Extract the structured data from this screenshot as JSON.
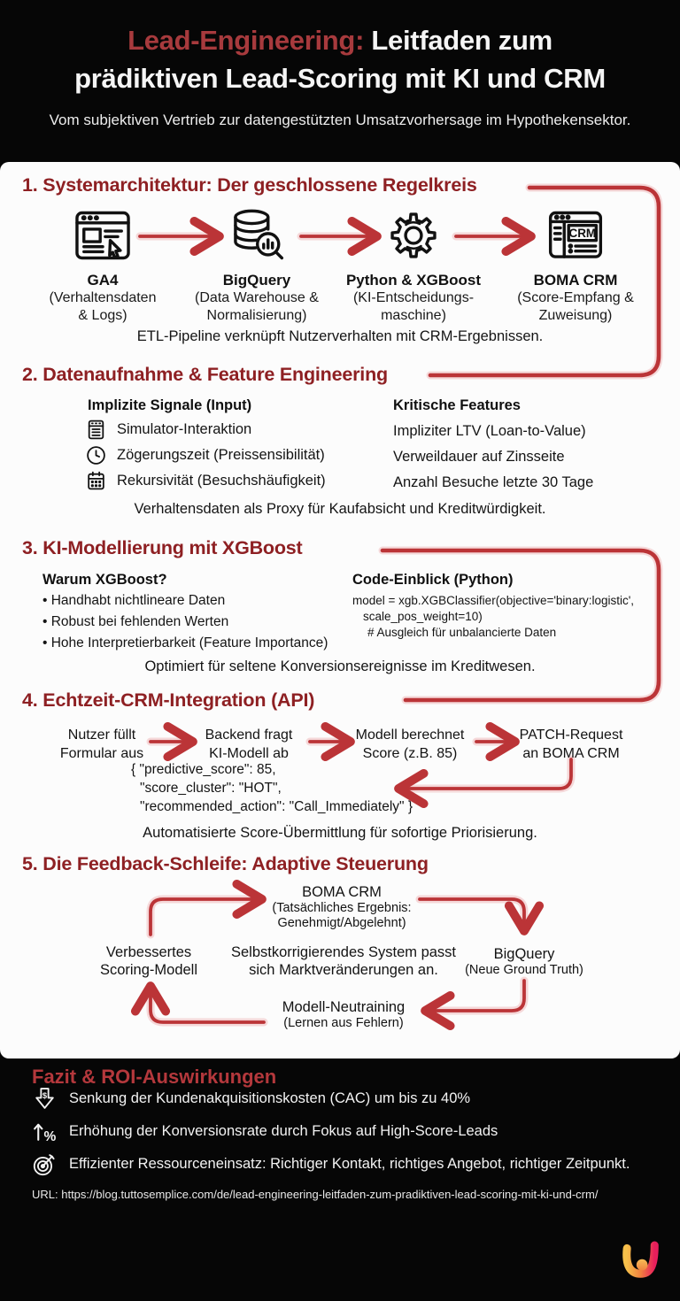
{
  "header": {
    "title_accent": "Lead-Engineering:",
    "title_rest_line1": " Leitfaden zum",
    "title_line2": "prädiktiven Lead-Scoring mit KI und CRM",
    "subtitle": "Vom subjektiven Vertrieb zur datengestützten Umsatzvorhersage im Hypothekensektor."
  },
  "s1": {
    "title": "1. Systemarchitektur: Der geschlossene Regelkreis",
    "nodes": [
      {
        "icon": "browser-analytics-icon",
        "name": "GA4",
        "desc1": "(Verhaltensdaten",
        "desc2": "& Logs)"
      },
      {
        "icon": "database-search-icon",
        "name": "BigQuery",
        "desc1": "(Data Warehouse &",
        "desc2": "Normalisierung)"
      },
      {
        "icon": "gear-icon",
        "name": "Python & XGBoost",
        "desc1": "(KI-Entscheidungs-",
        "desc2": "maschine)"
      },
      {
        "icon": "crm-window-icon",
        "icon_label": "CRM",
        "name": "BOMA CRM",
        "desc1": "(Score-Empfang &",
        "desc2": "Zuweisung)"
      }
    ],
    "caption": "ETL-Pipeline verknüpft Nutzerverhalten mit CRM-Ergebnissen."
  },
  "s2": {
    "title": "2. Datenaufnahme & Feature Engineering",
    "left_header": "Implizite Signale (Input)",
    "left_items": [
      {
        "icon": "calculator-icon",
        "label": "Simulator-Interaktion"
      },
      {
        "icon": "clock-icon",
        "label": "Zögerungszeit (Preissensibilität)"
      },
      {
        "icon": "calendar-icon",
        "label": "Rekursivität (Besuchshäufigkeit)"
      }
    ],
    "right_header": "Kritische Features",
    "right_items": [
      "Impliziter LTV (Loan-to-Value)",
      "Verweildauer auf Zinsseite",
      "Anzahl Besuche letzte 30 Tage"
    ],
    "caption": "Verhaltensdaten als Proxy für Kaufabsicht und Kreditwürdigkeit."
  },
  "s3": {
    "title": "3. KI-Modellierung mit XGBoost",
    "left_header": "Warum XGBoost?",
    "bullets": [
      "Handhabt nichtlineare Daten",
      "Robust bei fehlenden Werten",
      "Hohe Interpretierbarkeit (Feature Importance)"
    ],
    "right_header": "Code-Einblick (Python)",
    "code_lines": [
      "model = xgb.XGBClassifier(objective='binary:logistic',",
      "scale_pos_weight=10)",
      "# Ausgleich für unbalancierte Daten"
    ],
    "caption": "Optimiert für seltene Konversionsereignisse im Kreditwesen."
  },
  "s4": {
    "title": "4. Echtzeit-CRM-Integration (API)",
    "steps": [
      {
        "line1": "Nutzer füllt",
        "line2": "Formular aus"
      },
      {
        "line1": "Backend fragt",
        "line2": "KI-Modell ab"
      },
      {
        "line1": "Modell berechnet",
        "line2": "Score (z.B. 85)"
      },
      {
        "line1": "PATCH-Request",
        "line2": "an BOMA CRM"
      }
    ],
    "json_lines": [
      "{ \"predictive_score\": 85,",
      "\"score_cluster\": \"HOT\",",
      "\"recommended_action\": \"Call_Immediately\" }"
    ],
    "caption": "Automatisierte Score-Übermittlung für sofortige Priorisierung."
  },
  "s5": {
    "title": "5. Die Feedback-Schleife: Adaptive Steuerung",
    "top_name": "BOMA CRM",
    "top_desc1": "(Tatsächliches Ergebnis:",
    "top_desc2": "Genehmigt/Abgelehnt)",
    "right_name": "BigQuery",
    "right_desc": "(Neue Ground Truth)",
    "bottom_name": "Modell-Neutraining",
    "bottom_desc": "(Lernen aus Fehlern)",
    "left_line1": "Verbessertes",
    "left_line2": "Scoring-Modell",
    "center_line1": "Selbstkorrigierendes System passt",
    "center_line2": "sich Marktveränderungen an."
  },
  "footer": {
    "title": "Fazit & ROI-Auswirkungen",
    "items": [
      {
        "icon": "cost-down-arrow-icon",
        "glyph": "$",
        "text": "Senkung der Kundenakquisitionskosten (CAC) um bis zu 40%"
      },
      {
        "icon": "rate-up-arrow-icon",
        "glyph": "%",
        "text": "Erhöhung der Konversionsrate durch Fokus auf High-Score-Leads"
      },
      {
        "icon": "target-dart-icon",
        "text": "Effizienter Ressourceneinsatz: Richtiger Kontakt, richtiges Angebot, richtiger Zeitpunkt."
      }
    ],
    "url": "URL: https://blog.tuttosemplice.com/de/lead-engineering-leitfaden-zum-pradiktiven-lead-scoring-mit-ki-und-crm/"
  },
  "colors": {
    "header_accent": "#a73a3d",
    "section_title_red": "#8e2023",
    "arrow_red": "#bb3437",
    "footer_title_red": "#b4383c",
    "logo_yellow": "#f6c04a",
    "logo_pink": "#e81e5c",
    "logo_orange": "#f2984a"
  }
}
